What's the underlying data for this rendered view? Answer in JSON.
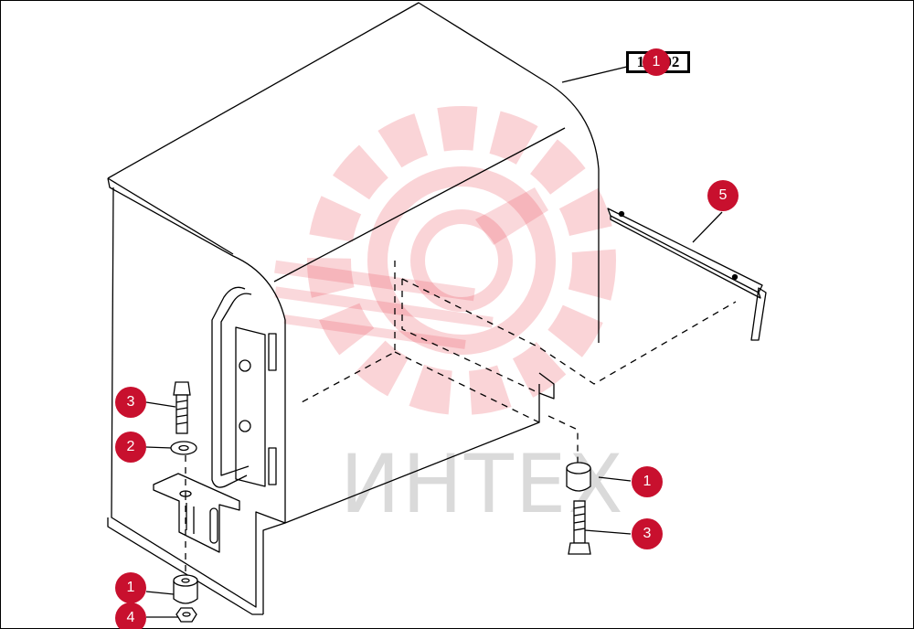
{
  "reference": "10.202",
  "watermark": {
    "text": "ИНТЕХ",
    "gear_color": "#e83a4b",
    "text_color": "#9a9a9a"
  },
  "callout_color": "#c8102e",
  "callouts": [
    {
      "id": "c5",
      "label": "5"
    },
    {
      "id": "c3a",
      "label": "3"
    },
    {
      "id": "c2",
      "label": "2"
    },
    {
      "id": "c1a",
      "label": "1"
    },
    {
      "id": "c4",
      "label": "4"
    },
    {
      "id": "c1b",
      "label": "1"
    },
    {
      "id": "c3b",
      "label": "3"
    },
    {
      "id": "ref",
      "label": "1"
    }
  ]
}
